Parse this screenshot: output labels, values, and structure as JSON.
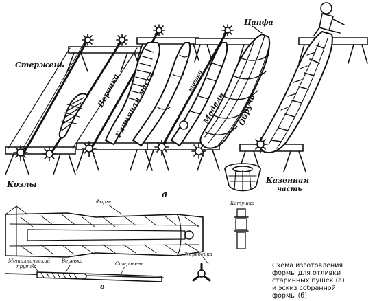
{
  "labels": {
    "sterzhen_top": "Стержень",
    "verevka_top": "Веревка",
    "glinyanaya_massa": "Глиняная масса",
    "shishki": "шишки",
    "model": "Модель",
    "tsapfa": "Цапфа",
    "obruchi": "Обручи",
    "kozly": "Козлы",
    "kazennaya_chast": [
      "Казенная",
      "часть"
    ],
    "letter_a": "а",
    "forma": "Форма",
    "katushka": "Катушка",
    "metallicheskiy_prutok": [
      "Металлический",
      "пруток"
    ],
    "verevka_bottom": "Веревка",
    "sterzhen_bottom": "Стержень",
    "zherebeyka": "Жеребейка",
    "letter_v": "в"
  },
  "caption": [
    "Схема изготовления",
    "формы для отливки",
    "старинных пушек (а)",
    "и эскиз собранной",
    "формы (б)"
  ],
  "colors": {
    "ink": "#111111",
    "paper": "#ffffff"
  }
}
